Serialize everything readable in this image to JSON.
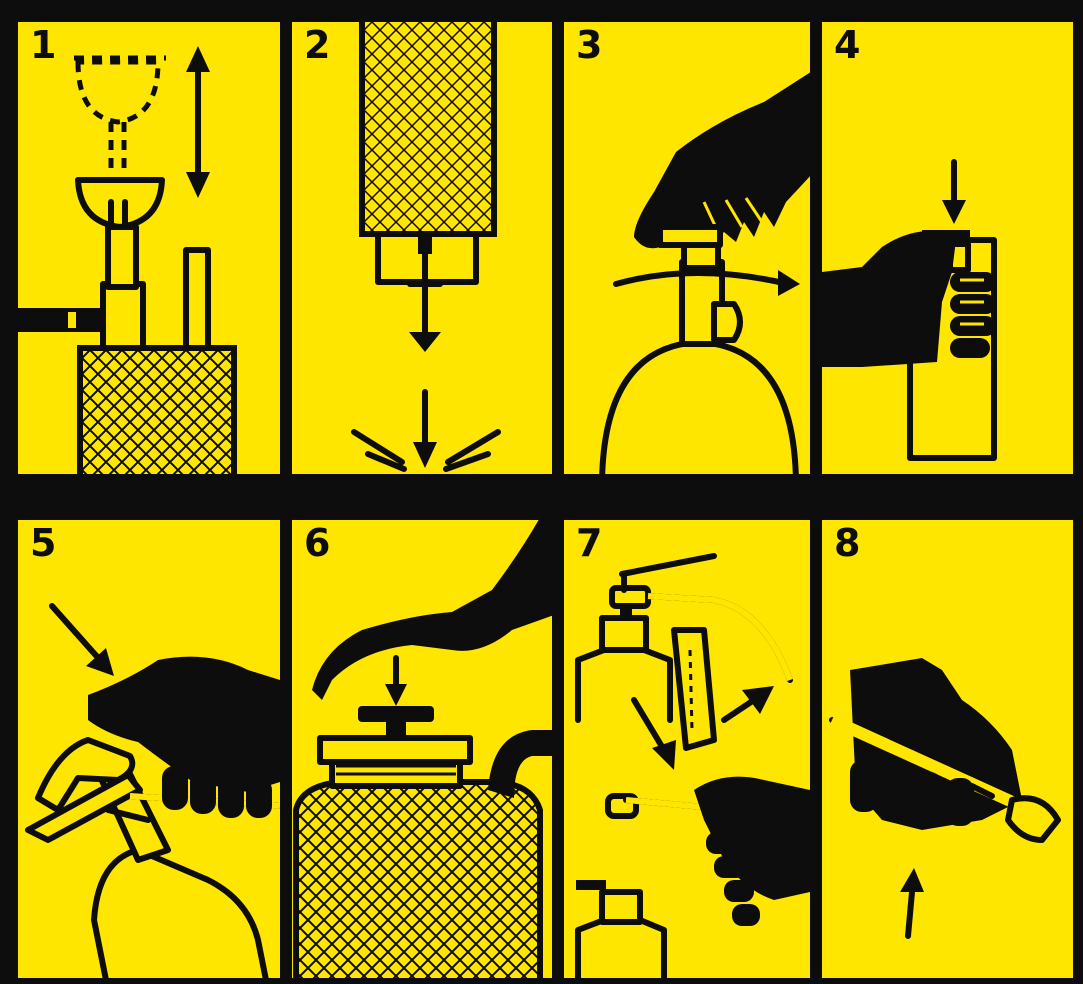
{
  "colors": {
    "panel_background": "#FFE600",
    "ink": "#0d0d0d"
  },
  "panels": [
    {
      "number": "1",
      "icon": "siphon-head-lift-icon"
    },
    {
      "number": "2",
      "icon": "pierce-pin-icon"
    },
    {
      "number": "3",
      "icon": "hand-turn-valve-icon"
    },
    {
      "number": "4",
      "icon": "hand-press-button-icon"
    },
    {
      "number": "5",
      "icon": "hand-grip-nozzle-icon"
    },
    {
      "number": "6",
      "icon": "hand-press-cap-icon"
    },
    {
      "number": "7",
      "icon": "lever-attach-icon"
    },
    {
      "number": "8",
      "icon": "hand-hold-nozzle-icon"
    }
  ]
}
